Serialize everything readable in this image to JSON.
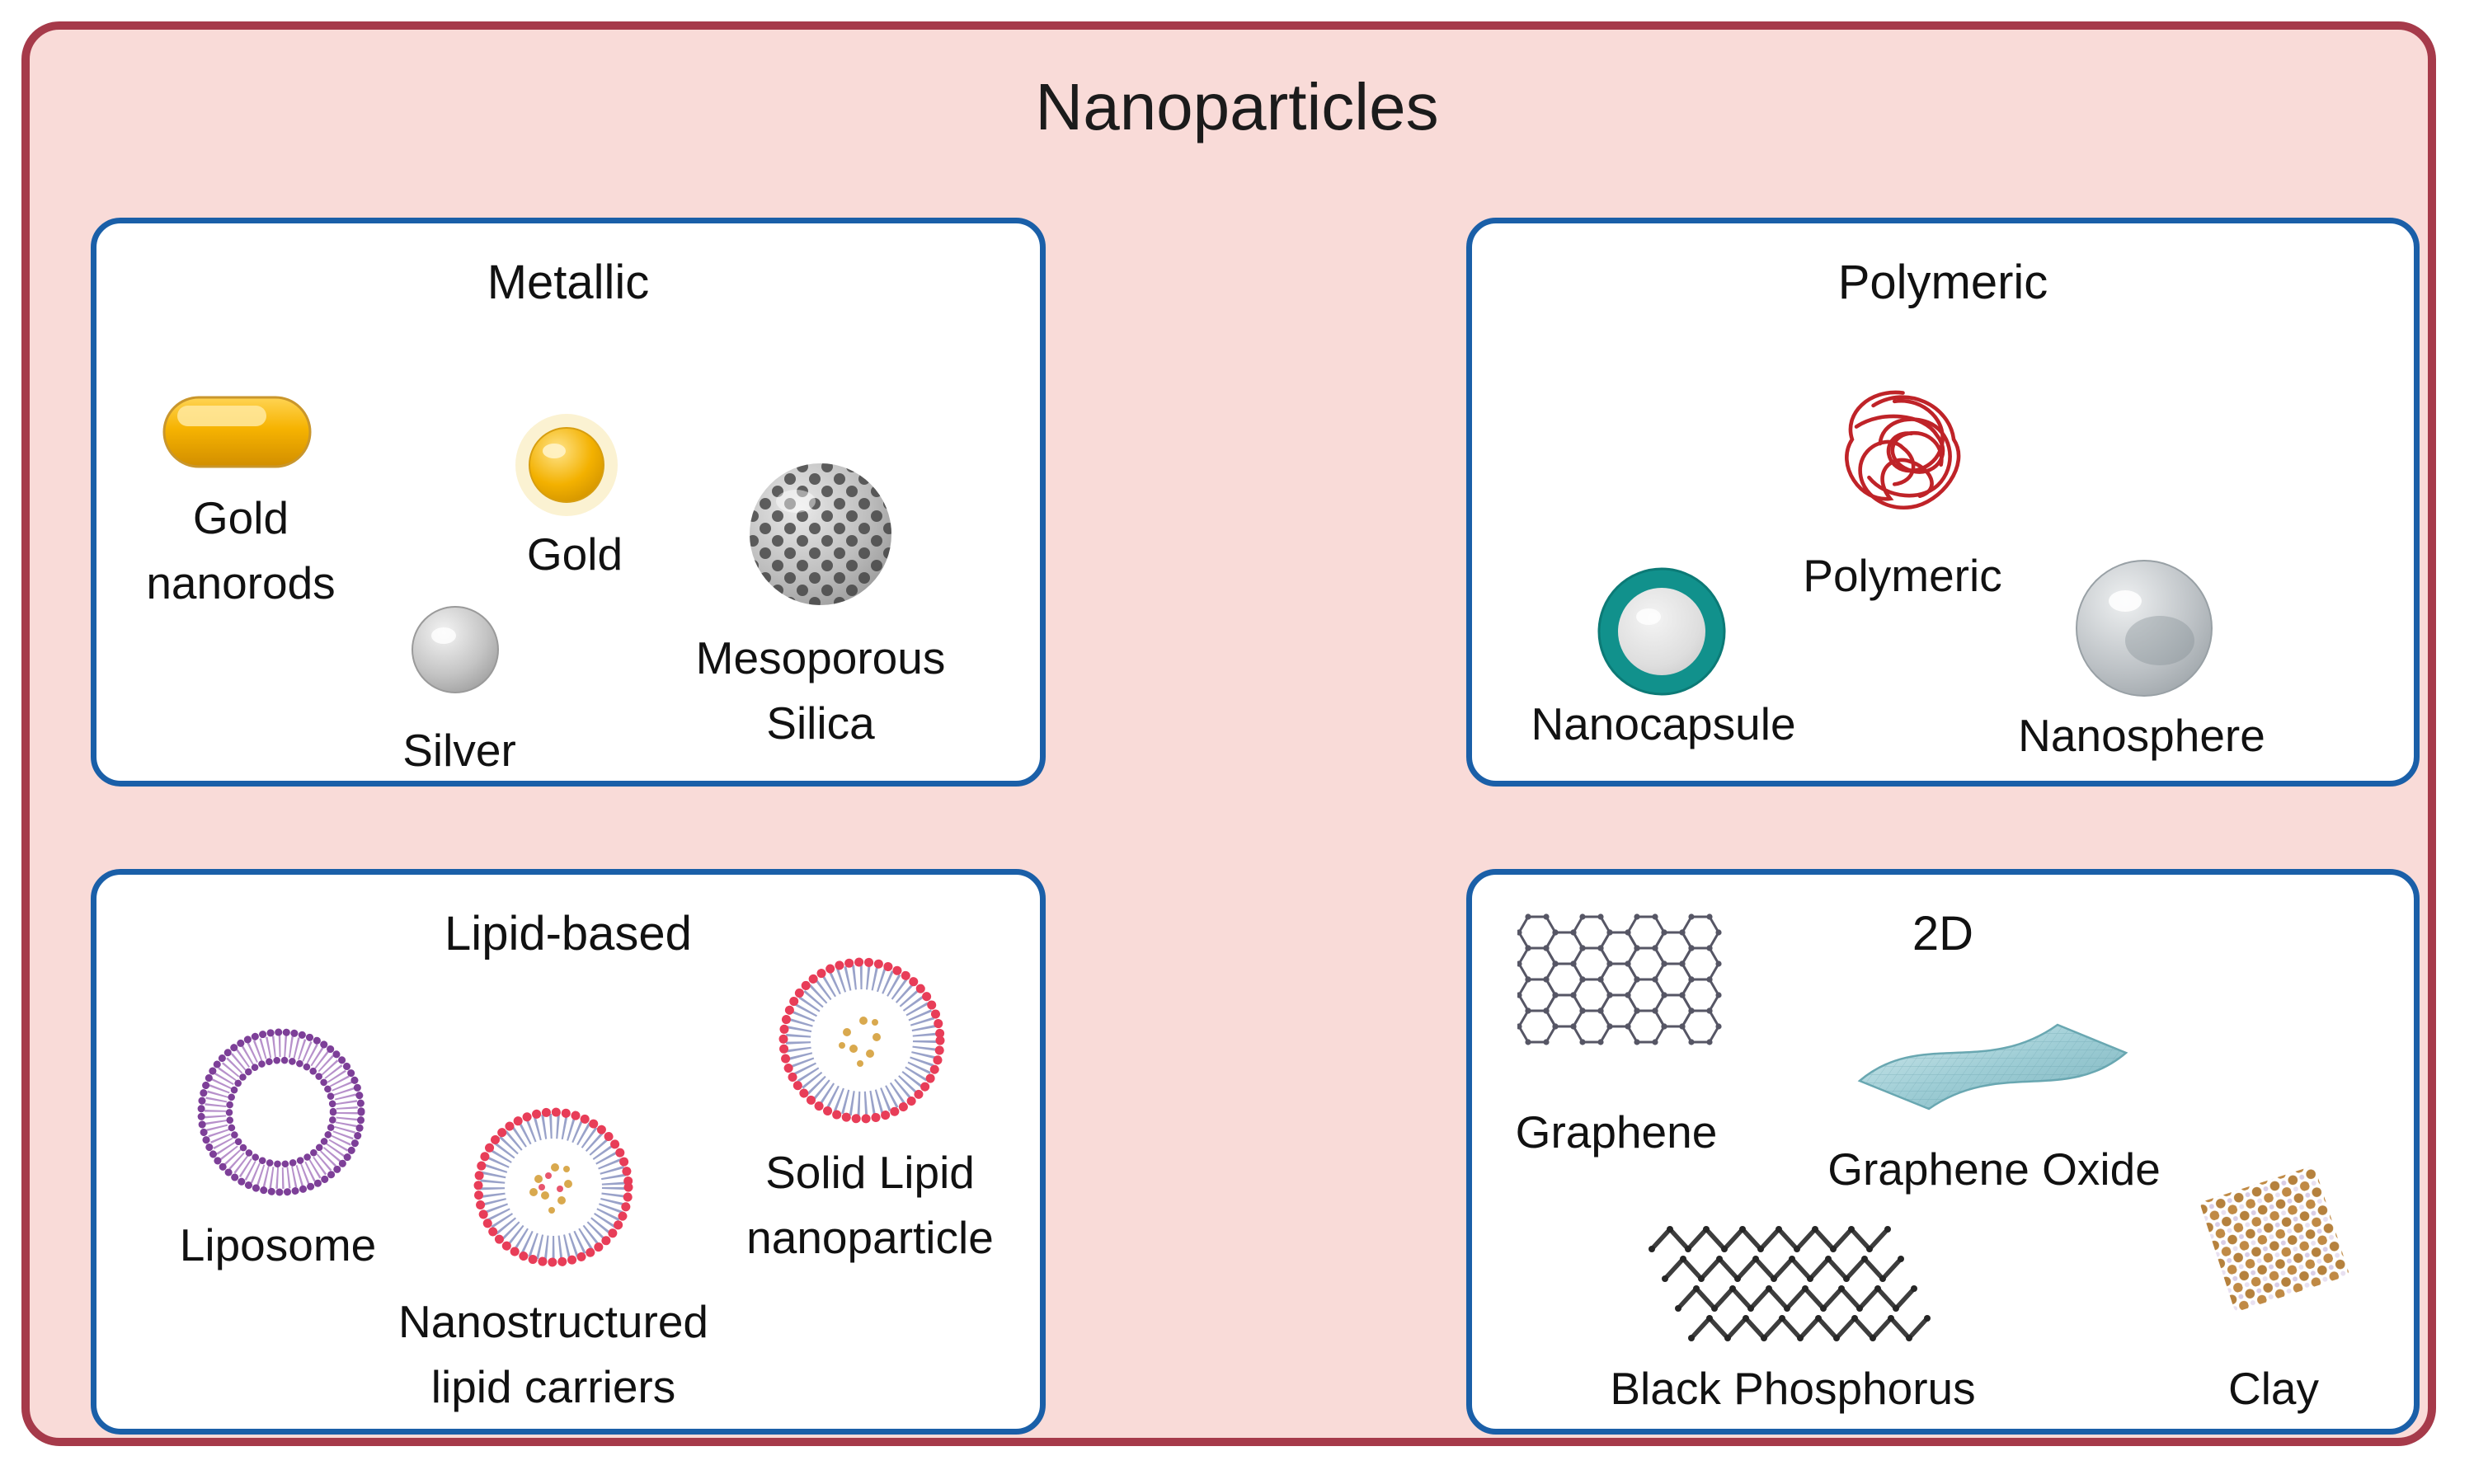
{
  "title": "Nanoparticles",
  "boxes": {
    "metallic": {
      "title": "Metallic",
      "items": {
        "gold_nanorods": "Gold\nnanorods",
        "gold": "Gold",
        "silver": "Silver",
        "mesoporous_silica": "Mesoporous\nSilica"
      }
    },
    "polymeric": {
      "title": "Polymeric",
      "items": {
        "polymeric": "Polymeric",
        "nanocapsule": "Nanocapsule",
        "nanosphere": "Nanosphere"
      }
    },
    "lipid_based": {
      "title": "Lipid-based",
      "items": {
        "liposome": "Liposome",
        "nanostructured_lipid_carriers": "Nanostructured\nlipid carriers",
        "solid_lipid_nanoparticle": "Solid Lipid\nnanoparticle"
      }
    },
    "two_d": {
      "title": "2D",
      "items": {
        "graphene": "Graphene",
        "graphene_oxide": "Graphene Oxide",
        "black_phosphorus": "Black Phosphorus",
        "clay": "Clay"
      }
    }
  },
  "colors": {
    "background_pink": "#f9dbd8",
    "outer_border": "#a63a4a",
    "box_border": "#1a5fa8",
    "gold": "#f3b100",
    "silver_gray": "#b9b9b9",
    "polymer_red": "#bf2328",
    "nanocapsule_teal": "#11918c",
    "liposome_purple": "#7d3f98",
    "lipid_head_red": "#e83d58",
    "lipid_tail_blue": "#99a2c9",
    "clay_brown": "#b5813d",
    "graphene_oxide_teal": "#9ecdd5",
    "black_phosphorus_gray": "#3d3d3d"
  }
}
